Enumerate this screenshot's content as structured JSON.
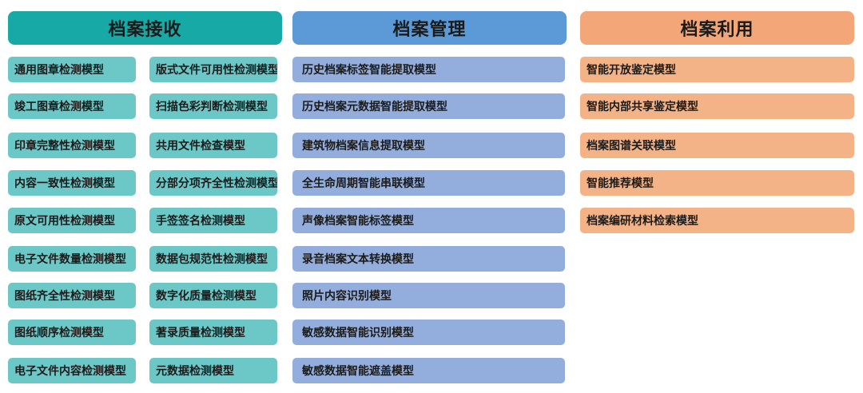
{
  "columns": {
    "receive": {
      "title": "档案接收",
      "left": [
        "通用图章检测模型",
        "竣工图章检测模型",
        "印章完整性检测模型",
        "内容一致性检测模型",
        "原文可用性检测模型",
        "电子文件数量检测模型",
        "图纸齐全性检测模型",
        "图纸顺序检测模型",
        "电子文件内容检测模型"
      ],
      "right": [
        "版式文件可用性检测模型",
        "扫描色彩判断检测模型",
        "共用文件检查模型",
        "分部分项齐全性检测模型",
        "手签签名检测模型",
        "数据包规范性检测模型",
        "数字化质量检测模型",
        "著录质量检测模型",
        "元数据检测模型"
      ]
    },
    "manage": {
      "title": "档案管理",
      "items": [
        "历史档案标签智能提取模型",
        "历史档案元数据智能提取模型",
        "建筑物档案信息提取模型",
        "全生命周期智能串联模型",
        "声像档案智能标签模型",
        "录音档案文本转换模型",
        "照片内容识别模型",
        "敏感数据智能识别模型",
        "敏感数据智能遮盖模型"
      ]
    },
    "use": {
      "title": "档案利用",
      "items": [
        "智能开放鉴定模型",
        "智能内部共享鉴定模型",
        "档案图谱关联模型",
        "智能推荐模型",
        "档案编研材料检索模型"
      ]
    }
  },
  "colors": {
    "receive_header": "#17a9a6",
    "receive_item": "#6cc8c7",
    "manage_header": "#5b9ad6",
    "manage_item": "#93aedc",
    "use_header": "#f3a779",
    "use_item": "#f4b387"
  }
}
